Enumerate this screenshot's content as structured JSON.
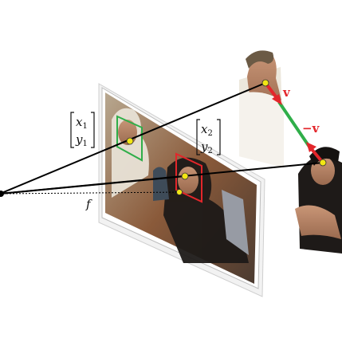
{
  "colors": {
    "accent_red": "#e3262b",
    "accent_green": "#2fae49",
    "point_yellow": "#f2e614",
    "line_black": "#000000"
  },
  "labels": {
    "p1_x": "x",
    "p1_x_sub": "1",
    "p1_y": "y",
    "p1_y_sub": "1",
    "p2_x": "x",
    "p2_x_sub": "2",
    "p2_y": "y",
    "p2_y_sub": "2",
    "focal": "f",
    "vec_plus": "v",
    "vec_minus_sign": "−",
    "vec_minus": "v"
  }
}
